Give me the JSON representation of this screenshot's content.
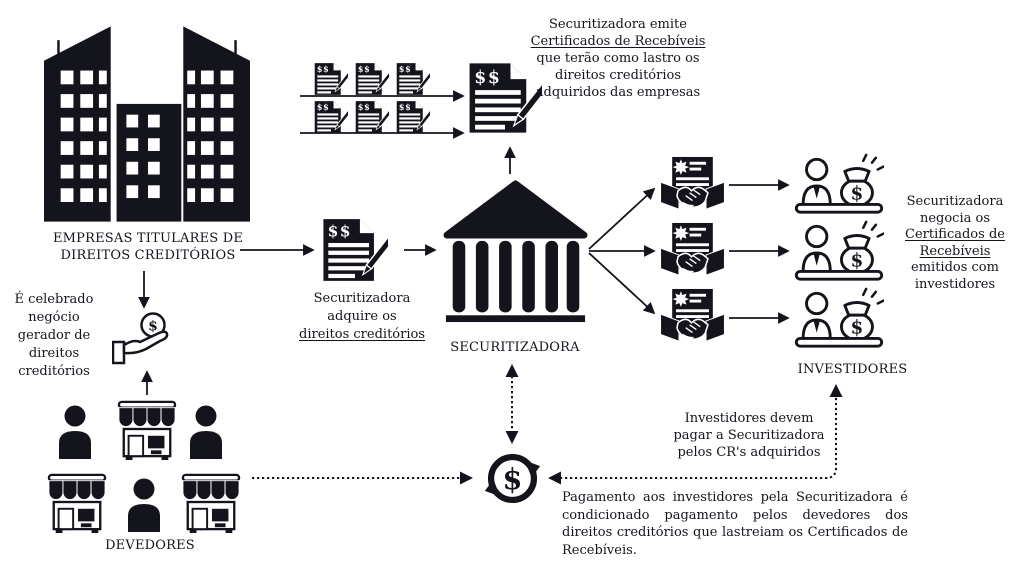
{
  "colors": {
    "ink": "#14141c",
    "bg": "#ffffff"
  },
  "labels": {
    "empresas_line1": "EMPRESAS TITULARES DE",
    "empresas_line2": "DIREITOS CREDITÓRIOS",
    "securitizadora": "SECURITIZADORA",
    "investidores": "INVESTIDORES",
    "devedores": "DEVEDORES"
  },
  "notes": {
    "emite": {
      "line1": "Securitizadora emite",
      "line2_underlined": "Certificados de Recebíveis",
      "line3": "que terão como lastro os",
      "line4": "direitos creditórios",
      "line5": "adquiridos das empresas"
    },
    "adquire": {
      "line1": "Securitizadora",
      "line2": "adquire os",
      "line3_underlined": "direitos creditórios"
    },
    "negocia": {
      "line1": "Securitizadora",
      "line2": "negocia os",
      "line3_underlined": "Certificados de",
      "line4_underlined": "Recebíveis",
      "line5": "emitidos com",
      "line6": "investidores"
    },
    "celebrado": {
      "line1": "É celebrado",
      "line2": "negócio",
      "line3": "gerador de",
      "line4": "direitos",
      "line5": "creditórios"
    },
    "investidores_pagar": {
      "line1": "Investidores devem",
      "line2": "pagar a Securitizadora",
      "line3": "pelos CR's adquiridos"
    },
    "pagamento": "Pagamento aos investidores pela Securitizadora é condicionado pagamento pelos devedores dos direitos creditórios que lastreiam os Certificados de Recebíveis."
  },
  "glyphs": {
    "dollar": "$",
    "double_dollar": "$$"
  },
  "icons": {
    "buildings": "office-buildings-icon",
    "contract": "dollar-contract-icon",
    "certificate": "dollar-certificate-icon",
    "bank": "bank-icon",
    "handshake": "handshake-contract-icon",
    "investor": "investor-moneybag-icon",
    "hand_coin": "hand-coin-icon",
    "person": "person-icon",
    "store": "store-icon",
    "payment_cycle": "dollar-cycle-icon"
  }
}
